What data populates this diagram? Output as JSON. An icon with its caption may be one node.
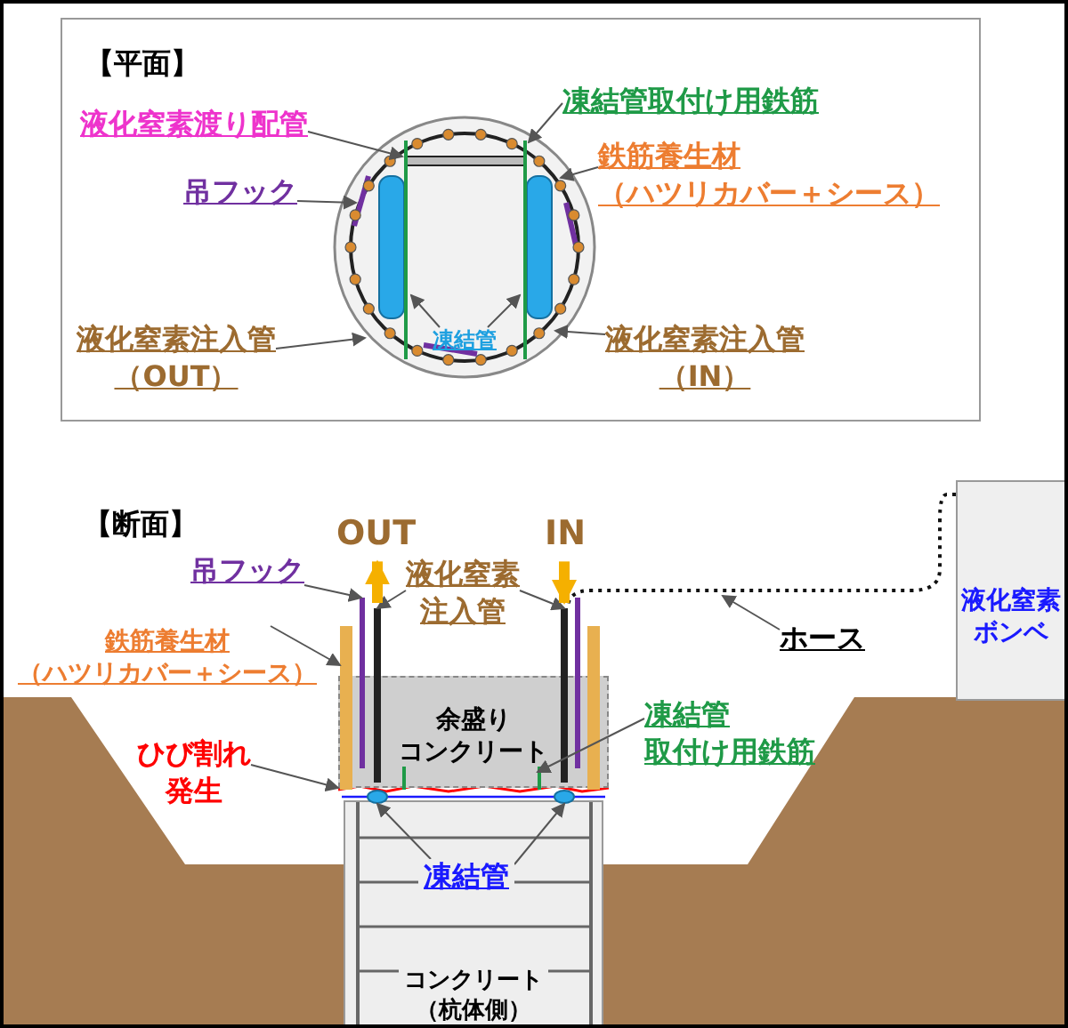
{
  "diagram": {
    "nodes": [
      {
        "text": [
          "【平面】"
        ]
      },
      {
        "text": [
          "液化窒素渡り配管"
        ],
        "in": 0
      },
      {
        "text": [
          "凍結管取付け用鉄筋"
        ],
        "in": 0
      },
      {
        "text": [
          "吊フック"
        ],
        "in": 0
      },
      {
        "text": [
          "鉄筋養生材（ハツリカバー＋シース）"
        ],
        "in": 0
      },
      {
        "text": [
          "液化窒素注入管（OUT）"
        ],
        "in": 0
      },
      {
        "text": [
          "凍結管"
        ],
        "in": 0
      },
      {
        "text": [
          "液化窒素注入管（IN）"
        ],
        "in": 0
      },
      {
        "text": [
          "OUT"
        ]
      },
      {
        "text": [
          "IN"
        ]
      },
      {
        "text": [
          "吊フック"
        ]
      },
      {
        "text": [
          "液化窒素注入管"
        ]
      },
      {
        "text": [
          "鉄筋養生材（ハツリカバー＋シース）"
        ]
      },
      {
        "text": [
          "ホース"
        ]
      },
      {
        "text": [
          "液化窒素ボンベ"
        ]
      },
      {
        "text": [
          "余盛りコンクリート"
        ]
      },
      {
        "text": [
          "ひび割れ発生"
        ]
      },
      {
        "text": [
          "凍結管取付け用鉄筋"
        ]
      },
      {
        "text": [
          "コンクリート（杭体側）"
        ]
      },
      {
        "text": [
          "凍結管"
        ],
        "in": 18
      },
      {
        "text": [],
        "shape": "bar"
      },
      {
        "text": [],
        "shape": "bar"
      },
      {
        "text": [],
        "shape": "bar"
      },
      {
        "text": [],
        "shape": "bar",
        "in": 15
      },
      {
        "text": [],
        "shape": "bar",
        "in": 15
      },
      {
        "text": [],
        "shape": "bar"
      },
      {
        "text": [],
        "shape": "bar"
      },
      {
        "text": [],
        "shape": "bar"
      },
      {
        "text": [],
        "shape": "circle"
      },
      {
        "text": [],
        "shape": "circle"
      }
    ],
    "edges": [
      {
        "from": 1,
        "to": null,
        "arrow": "to"
      },
      {
        "from": 2,
        "to": null,
        "arrow": "to"
      },
      {
        "from": 3,
        "to": null,
        "arrow": "to"
      },
      {
        "from": 4,
        "to": null,
        "arrow": "to"
      },
      {
        "from": 5,
        "to": null,
        "arrow": "to"
      },
      {
        "from": 6,
        "to": null,
        "arrow": "to"
      },
      {
        "from": 6,
        "to": null,
        "arrow": "to"
      },
      {
        "from": 7,
        "to": null,
        "arrow": "to"
      },
      {
        "from": 10,
        "to": 21,
        "arrow": "to"
      },
      {
        "from": 11,
        "to": 22,
        "arrow": "to"
      },
      {
        "from": 11,
        "to": 25,
        "arrow": "to"
      },
      {
        "from": 12,
        "to": 20,
        "arrow": "to"
      },
      {
        "from": 13,
        "to": null,
        "arrow": "to"
      },
      {
        "from": 14,
        "to": 25,
        "arrow": "none",
        "style": "dashed"
      },
      {
        "from": 16,
        "to": 15,
        "arrow": "to"
      },
      {
        "from": 17,
        "to": 24,
        "arrow": "to"
      },
      {
        "from": 19,
        "to": 28,
        "arrow": "to"
      },
      {
        "from": 19,
        "to": 29,
        "arrow": "to"
      },
      {
        "from": 22,
        "to": 8,
        "arrow": "to",
        "style": "thick",
        "color": "#f5b000"
      },
      {
        "from": 9,
        "to": 25,
        "arrow": "to",
        "style": "thick",
        "color": "#f5b000"
      }
    ],
    "labels": [
      "【断面】"
    ]
  }
}
